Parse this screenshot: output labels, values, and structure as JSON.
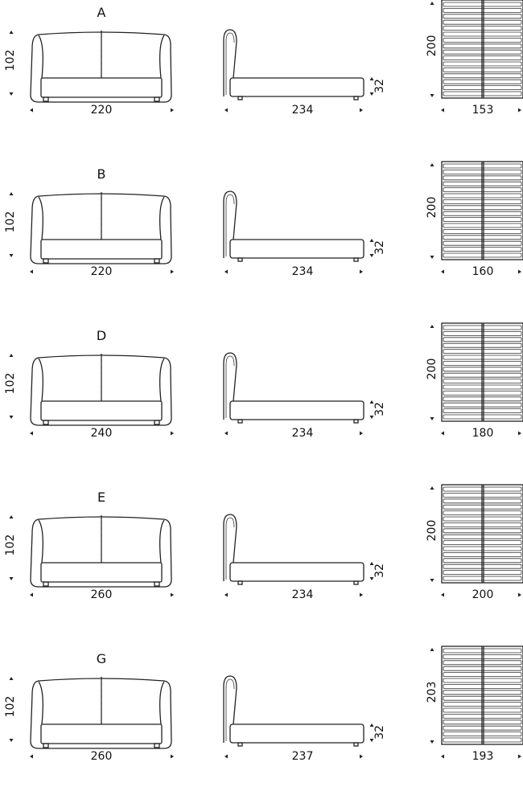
{
  "variants": [
    {
      "label": "A",
      "front_width": "220",
      "height": "102",
      "side_length": "234",
      "base_height": "32",
      "slat_length": "200",
      "slat_width": "153"
    },
    {
      "label": "B",
      "front_width": "220",
      "height": "102",
      "side_length": "234",
      "base_height": "32",
      "slat_length": "200",
      "slat_width": "160"
    },
    {
      "label": "D",
      "front_width": "240",
      "height": "102",
      "side_length": "234",
      "base_height": "32",
      "slat_length": "200",
      "slat_width": "180"
    },
    {
      "label": "E",
      "front_width": "260",
      "height": "102",
      "side_length": "234",
      "base_height": "32",
      "slat_length": "200",
      "slat_width": "200"
    },
    {
      "label": "G",
      "front_width": "260",
      "height": "102",
      "side_length": "237",
      "base_height": "32",
      "slat_length": "203",
      "slat_width": "193"
    }
  ]
}
